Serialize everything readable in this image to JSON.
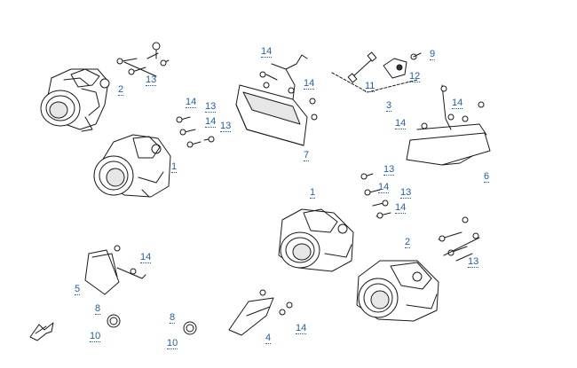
{
  "accent_color": "#1f5fa8",
  "line_color": "#1a1a1a",
  "callouts": [
    {
      "id": "c-14a",
      "label": "14"
    },
    {
      "id": "c-14b",
      "label": "14"
    },
    {
      "id": "c-9",
      "label": "9"
    },
    {
      "id": "c-12",
      "label": "12"
    },
    {
      "id": "c-11",
      "label": "11"
    },
    {
      "id": "c-3",
      "label": "3"
    },
    {
      "id": "c-2a",
      "label": "2"
    },
    {
      "id": "c-13a",
      "label": "13"
    },
    {
      "id": "c-14c",
      "label": "14"
    },
    {
      "id": "c-13b",
      "label": "13"
    },
    {
      "id": "c-14d",
      "label": "14"
    },
    {
      "id": "c-13c",
      "label": "13"
    },
    {
      "id": "c-1a",
      "label": "1"
    },
    {
      "id": "c-7",
      "label": "7"
    },
    {
      "id": "c-14e",
      "label": "14"
    },
    {
      "id": "c-14f",
      "label": "14"
    },
    {
      "id": "c-6",
      "label": "6"
    },
    {
      "id": "c-13d",
      "label": "13"
    },
    {
      "id": "c-1b",
      "label": "1"
    },
    {
      "id": "c-14g",
      "label": "14"
    },
    {
      "id": "c-13e",
      "label": "13"
    },
    {
      "id": "c-14h",
      "label": "14"
    },
    {
      "id": "c-2b",
      "label": "2"
    },
    {
      "id": "c-13f",
      "label": "13"
    },
    {
      "id": "c-14i",
      "label": "14"
    },
    {
      "id": "c-5",
      "label": "5"
    },
    {
      "id": "c-8a",
      "label": "8"
    },
    {
      "id": "c-10a",
      "label": "10"
    },
    {
      "id": "c-8b",
      "label": "8"
    },
    {
      "id": "c-10b",
      "label": "10"
    },
    {
      "id": "c-4",
      "label": "4"
    },
    {
      "id": "c-14j",
      "label": "14"
    }
  ],
  "direction_icon": "front-arrow-icon"
}
